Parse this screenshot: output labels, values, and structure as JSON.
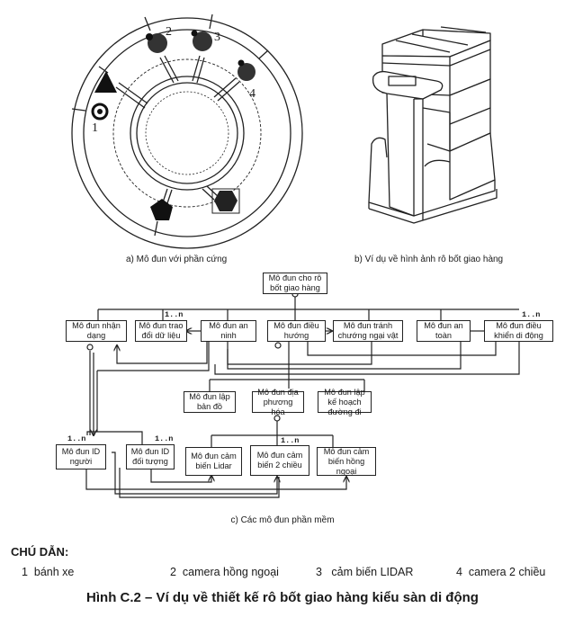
{
  "figure_a": {
    "caption": "a) Mô đun với phần cứng",
    "labels": [
      "1",
      "2",
      "3",
      "4"
    ]
  },
  "figure_b": {
    "caption": "b) Ví dụ về hình ảnh rô bốt giao hàng"
  },
  "figure_c": {
    "caption": "c) Các mô đun phần mềm",
    "multiplicity": "1..n",
    "modules": {
      "root": "Mô đun cho rô bốt giao hàng",
      "recognition": "Mô đun nhận dạng",
      "data_exchange": "Mô đun trao đổi dữ liệu",
      "security": "Mô đun an ninh",
      "navigation": "Mô đun điều hướng",
      "obstacle_avoid": "Mô đun tránh chướng ngại vật",
      "safety": "Mô đun an toàn",
      "motion_control": "Mô đun điều khiển di động",
      "mapping": "Mô đun lập bản đồ",
      "localization": "Mô đun địa phương hóa",
      "path_planning": "Mô đun lập kế hoạch đường đi",
      "person_id": "Mô đun ID người",
      "object_id": "Mô đun ID đối tượng",
      "lidar_sensor": "Mô đun cảm biến Lidar",
      "camera_2d": "Mô đun cảm biến 2 chiều",
      "ir_sensor": "Mô đun cảm biến hồng ngoại"
    }
  },
  "legend": {
    "title": "CHÚ DẪN:",
    "items": [
      {
        "num": "1",
        "label": "bánh xe"
      },
      {
        "num": "2",
        "label": "camera hồng ngoại"
      },
      {
        "num": "3",
        "label": "cảm biến LIDAR"
      },
      {
        "num": "4",
        "label": "camera 2 chiều"
      }
    ]
  },
  "figure_title": "Hình C.2 – Ví dụ về thiết kế rô bốt giao hàng kiểu sàn di động"
}
